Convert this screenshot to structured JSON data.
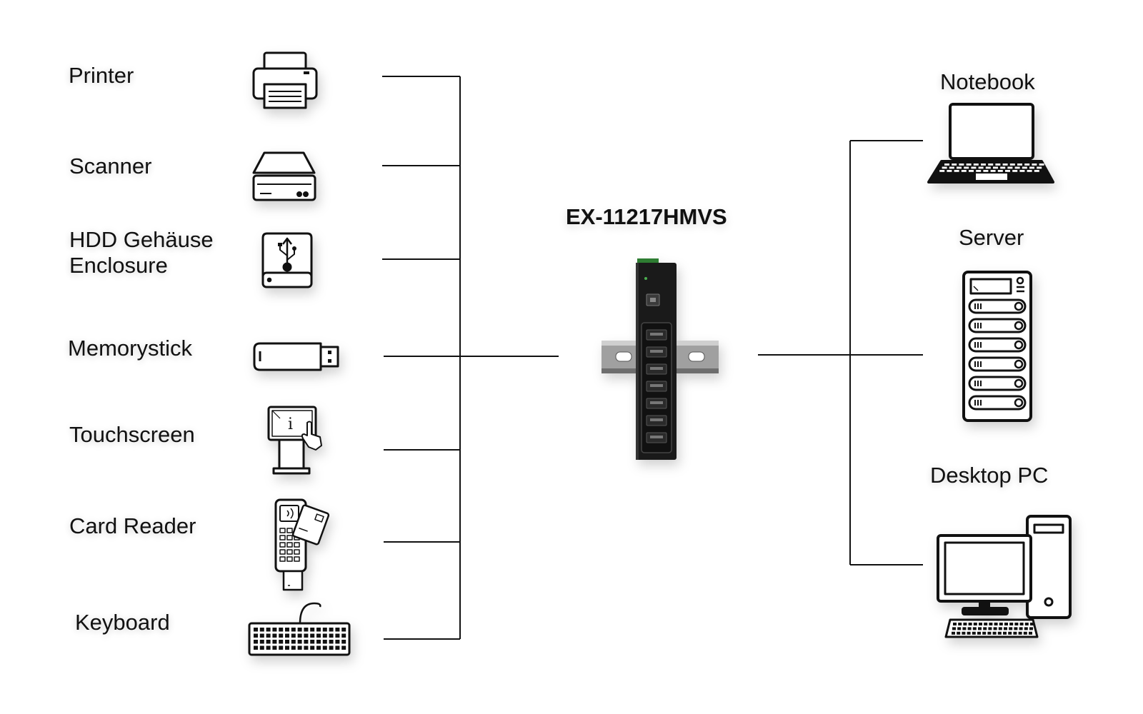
{
  "device": {
    "model": "EX-11217HMVS"
  },
  "peripherals": [
    {
      "id": "printer",
      "label": "Printer",
      "icon": "printer-icon"
    },
    {
      "id": "scanner",
      "label": "Scanner",
      "icon": "scanner-icon"
    },
    {
      "id": "hdd",
      "label_line1": "HDD Gehäuse",
      "label_line2": "Enclosure",
      "icon": "usb-hdd-icon"
    },
    {
      "id": "memorystick",
      "label": "Memorystick",
      "icon": "usb-stick-icon"
    },
    {
      "id": "touchscreen",
      "label": "Touchscreen",
      "icon": "touchscreen-kiosk-icon"
    },
    {
      "id": "cardreader",
      "label": "Card Reader",
      "icon": "card-reader-icon"
    },
    {
      "id": "keyboard",
      "label": "Keyboard",
      "icon": "keyboard-icon"
    }
  ],
  "hosts": [
    {
      "id": "notebook",
      "label": "Notebook",
      "icon": "laptop-icon"
    },
    {
      "id": "server",
      "label": "Server",
      "icon": "server-rack-icon"
    },
    {
      "id": "desktop",
      "label": "Desktop PC",
      "icon": "desktop-pc-icon"
    }
  ],
  "colors": {
    "line": "#111111",
    "icon": "#111111",
    "rail": "#9a9a9a",
    "hub_body": "#1a1a1a",
    "hub_terminal": "#2e7d32"
  }
}
